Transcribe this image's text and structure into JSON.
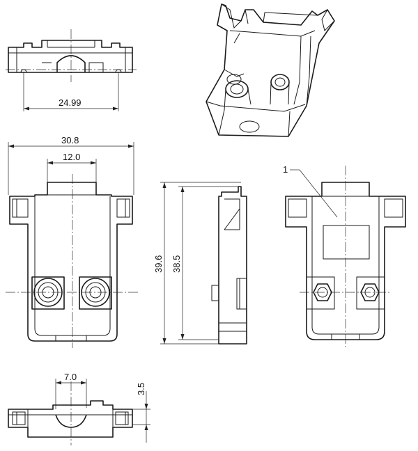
{
  "dimensions": {
    "top_width": "24.99",
    "overall_width": "30.8",
    "inner_width": "12.0",
    "overall_height": "39.6",
    "inner_height": "38.5",
    "bottom_width": "7.0",
    "bottom_depth": "3.5"
  },
  "callouts": {
    "part_1": "1"
  },
  "colors": {
    "line": "#1a1a1a",
    "background": "#ffffff"
  }
}
